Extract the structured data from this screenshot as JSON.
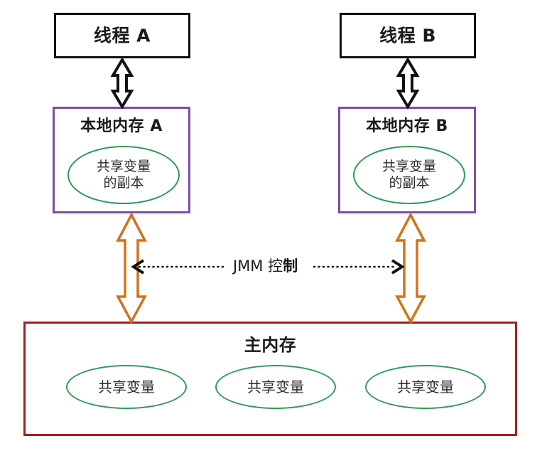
{
  "diagram": {
    "title": "Java Memory Model (JMM) diagram",
    "colors": {
      "thread_border": "#111111",
      "local_memory_border": "#7A4EA6",
      "main_memory_border": "#A02020",
      "variable_ellipse": "#2E9B51",
      "orange_arrow": "#D2731A",
      "black_arrow": "#111111",
      "background": "#FFFFFF"
    },
    "threads": [
      {
        "id": "thread-a",
        "label": "线程 A"
      },
      {
        "id": "thread-b",
        "label": "线程 B"
      }
    ],
    "local_memories": [
      {
        "id": "local-memory-a",
        "label": "本地内存 A",
        "variable_copy": "共享变量\n的副本"
      },
      {
        "id": "local-memory-b",
        "label": "本地内存 B",
        "variable_copy": "共享变量\n的副本"
      }
    ],
    "main_memory": {
      "label": "主内存",
      "shared_variables": [
        {
          "label": "共享变量"
        },
        {
          "label": "共享变量"
        },
        {
          "label": "共享变量"
        }
      ]
    },
    "connections": {
      "jmm_control_label_prefix": "JMM ",
      "jmm_control_label_plain": "控",
      "jmm_control_label_bold": "制",
      "jmm_control_full": "JMM 控制",
      "thread_to_local_arrow": "double-headed-vertical-arrow",
      "local_to_main_arrow": "double-headed-vertical-arrow-orange",
      "jmm_arrow": "dotted-double-headed-horizontal-arrow"
    }
  }
}
